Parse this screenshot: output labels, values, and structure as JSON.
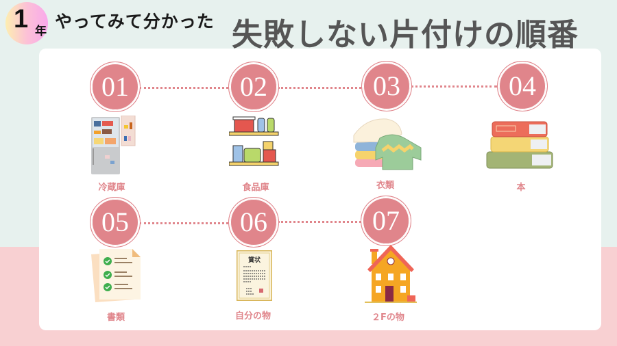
{
  "header": {
    "badge_number": "1",
    "badge_unit": "年",
    "subtitle": "やってみて分かった",
    "title": "失敗しない片付けの順番"
  },
  "colors": {
    "accent": "#e0858b",
    "background_top": "#e7f1ee",
    "background_bottom": "#f8d0d2",
    "card": "#ffffff",
    "title": "#555555"
  },
  "steps": [
    {
      "number": "01",
      "label": "冷蔵庫",
      "icon": "refrigerator-icon"
    },
    {
      "number": "02",
      "label": "食品庫",
      "icon": "pantry-shelf-icon"
    },
    {
      "number": "03",
      "label": "衣類",
      "icon": "clothes-icon"
    },
    {
      "number": "04",
      "label": "本",
      "icon": "books-icon"
    },
    {
      "number": "05",
      "label": "書類",
      "icon": "documents-icon"
    },
    {
      "number": "06",
      "label": "自分の物",
      "icon": "certificate-icon"
    },
    {
      "number": "07",
      "label": "２Fの物",
      "icon": "house-icon"
    }
  ],
  "certificate_text": "賞状"
}
